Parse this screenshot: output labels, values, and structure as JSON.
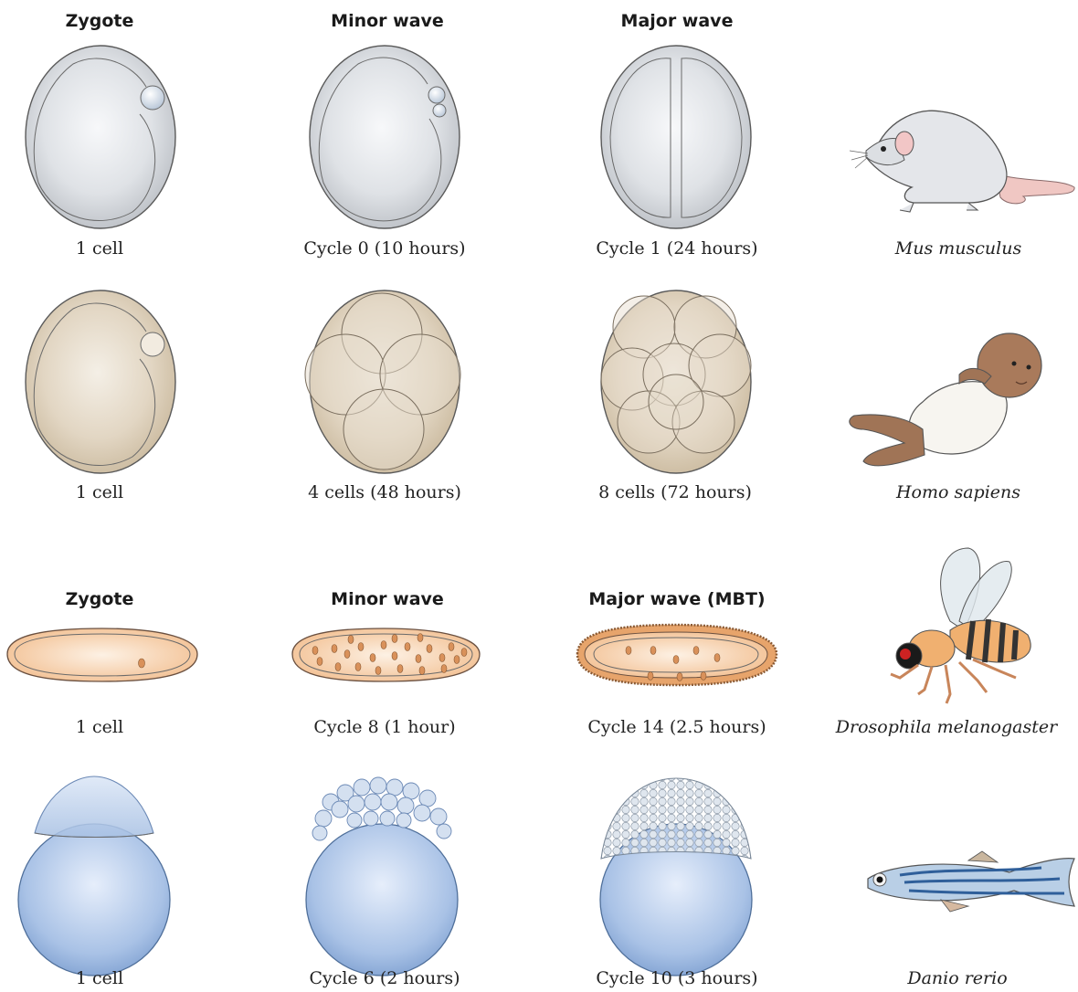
{
  "sections": [
    {
      "headers": {
        "zygote": "Zygote",
        "minor": "Minor wave",
        "major": "Major wave"
      },
      "rows": [
        {
          "species": "Mus musculus",
          "captions": [
            "1 cell",
            "Cycle 0 (10 hours)",
            "Cycle 1 (24 hours)"
          ]
        },
        {
          "species": "Homo sapiens",
          "captions": [
            "1 cell",
            "4 cells (48 hours)",
            "8 cells (72 hours)"
          ]
        }
      ]
    },
    {
      "headers": {
        "zygote": "Zygote",
        "minor": "Minor wave",
        "major": "Major wave (MBT)"
      },
      "rows": [
        {
          "species": "Drosophila melanogaster",
          "captions": [
            "1 cell",
            "Cycle 8 (1 hour)",
            "Cycle 14 (2.5 hours)"
          ]
        },
        {
          "species": "Danio rerio",
          "captions": [
            "1 cell",
            "Cycle 6 (2 hours)",
            "Cycle 10 (3 hours)"
          ]
        }
      ]
    }
  ],
  "colors": {
    "mouse_embryo": "#c9ccd1",
    "human_embryo": "#d8cbb5",
    "fly_embryo": "#f2c49d",
    "fish_embryo": "#9fbbe0",
    "nuclei": "#d9915a"
  }
}
